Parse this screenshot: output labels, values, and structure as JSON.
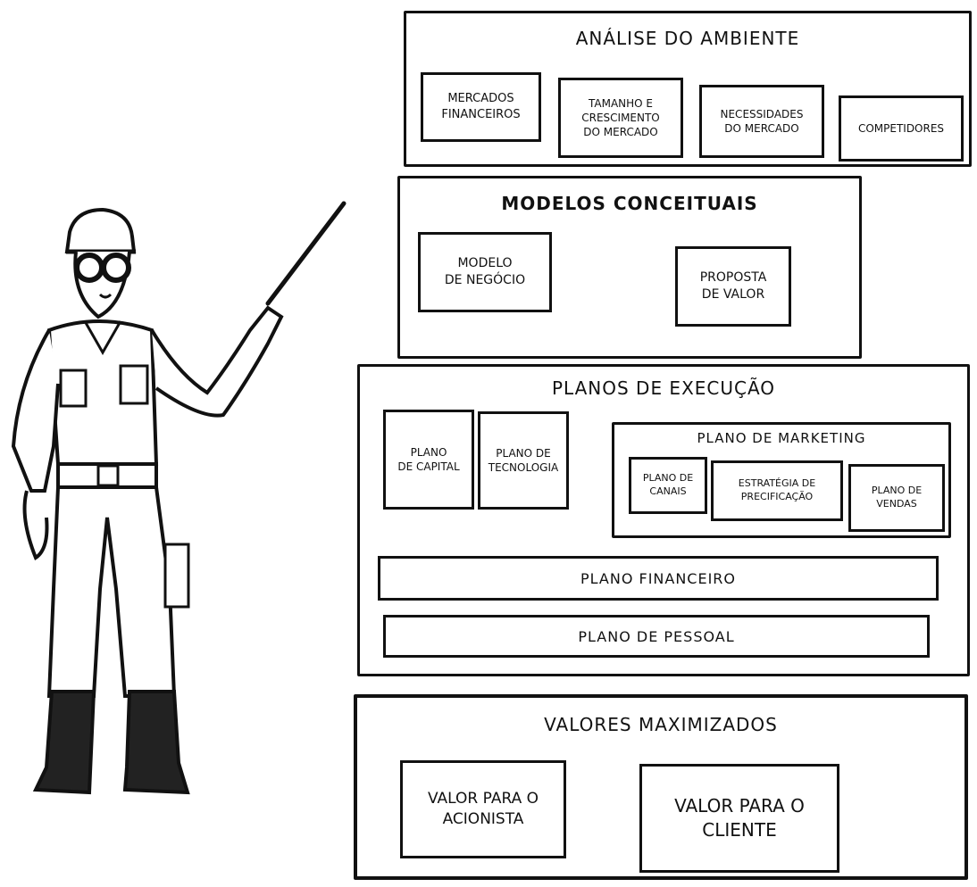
{
  "environment_analysis": {
    "title": "Análise do Ambiente",
    "items": [
      "Mercados\nFinanceiros",
      "Tamanho e\nCrescimento\ndo Mercado",
      "Necessidades\ndo Mercado",
      "Competidores"
    ]
  },
  "conceptual_models": {
    "title": "Modelos Conceituais",
    "items": [
      "Modelo\nde Negócio",
      "Proposta\nde Valor"
    ]
  },
  "execution_plans": {
    "title": "Planos de Execução",
    "capital_plan": "Plano\nde Capital",
    "technology_plan": "Plano de\nTecnologia",
    "marketing": {
      "title": "Plano de Marketing",
      "items": [
        "Plano de\nCanais",
        "Estratégia de\nPrecificação",
        "Plano de\nVendas"
      ]
    },
    "financial_plan": "Plano Financeiro",
    "personnel_plan": "Plano de Pessoal"
  },
  "maximized_values": {
    "title": "Valores Maximizados",
    "items": [
      "Valor para o\nAcionista",
      "Valor para o\nCliente"
    ]
  }
}
